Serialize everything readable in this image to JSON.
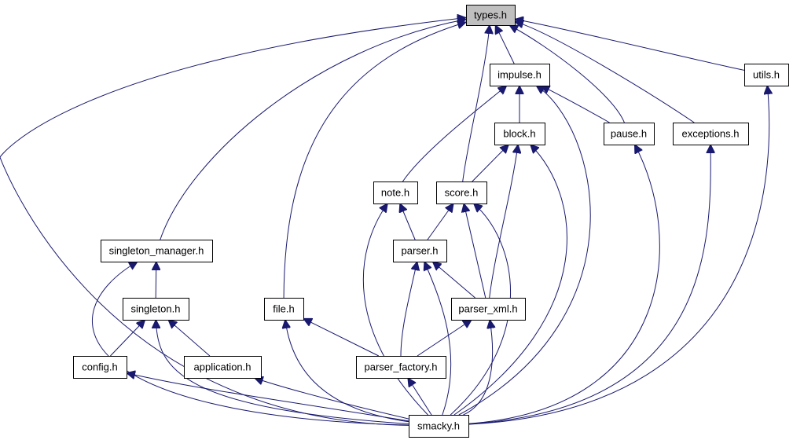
{
  "colors": {
    "edge": "#191970",
    "node_fill": "#ffffff",
    "highlight_fill": "#bfbfbf",
    "node_border": "#000000"
  },
  "nodes": [
    {
      "id": "types",
      "label": "types.h",
      "highlight": true
    },
    {
      "id": "impulse",
      "label": "impulse.h"
    },
    {
      "id": "utils",
      "label": "utils.h"
    },
    {
      "id": "block",
      "label": "block.h"
    },
    {
      "id": "pause",
      "label": "pause.h"
    },
    {
      "id": "exceptions",
      "label": "exceptions.h"
    },
    {
      "id": "note",
      "label": "note.h"
    },
    {
      "id": "score",
      "label": "score.h"
    },
    {
      "id": "singleton_manager",
      "label": "singleton_manager.h"
    },
    {
      "id": "parser",
      "label": "parser.h"
    },
    {
      "id": "singleton",
      "label": "singleton.h"
    },
    {
      "id": "file",
      "label": "file.h"
    },
    {
      "id": "parser_xml",
      "label": "parser_xml.h"
    },
    {
      "id": "config",
      "label": "config.h"
    },
    {
      "id": "application",
      "label": "application.h"
    },
    {
      "id": "parser_factory",
      "label": "parser_factory.h"
    },
    {
      "id": "smacky",
      "label": "smacky.h"
    }
  ],
  "edges": [
    [
      "impulse",
      "types"
    ],
    [
      "utils",
      "types"
    ],
    [
      "pause",
      "types"
    ],
    [
      "exceptions",
      "types"
    ],
    [
      "score",
      "types"
    ],
    [
      "singleton_manager",
      "types"
    ],
    [
      "file",
      "types"
    ],
    [
      "smacky",
      "types"
    ],
    [
      "block",
      "impulse"
    ],
    [
      "pause",
      "impulse"
    ],
    [
      "note",
      "impulse"
    ],
    [
      "smacky",
      "impulse"
    ],
    [
      "score",
      "block"
    ],
    [
      "parser_xml",
      "block"
    ],
    [
      "smacky",
      "block"
    ],
    [
      "parser",
      "note"
    ],
    [
      "smacky",
      "note"
    ],
    [
      "parser",
      "score"
    ],
    [
      "parser_xml",
      "score"
    ],
    [
      "smacky",
      "score"
    ],
    [
      "parser_xml",
      "parser"
    ],
    [
      "parser_factory",
      "parser"
    ],
    [
      "smacky",
      "parser"
    ],
    [
      "singleton",
      "singleton_manager"
    ],
    [
      "smacky",
      "singleton_manager"
    ],
    [
      "config",
      "singleton"
    ],
    [
      "application",
      "singleton"
    ],
    [
      "smacky",
      "singleton"
    ],
    [
      "parser_factory",
      "file"
    ],
    [
      "smacky",
      "file"
    ],
    [
      "parser_factory",
      "parser_xml"
    ],
    [
      "smacky",
      "parser_xml"
    ],
    [
      "smacky",
      "config"
    ],
    [
      "smacky",
      "application"
    ],
    [
      "smacky",
      "parser_factory"
    ],
    [
      "smacky",
      "pause"
    ],
    [
      "smacky",
      "exceptions"
    ],
    [
      "smacky",
      "utils"
    ]
  ]
}
